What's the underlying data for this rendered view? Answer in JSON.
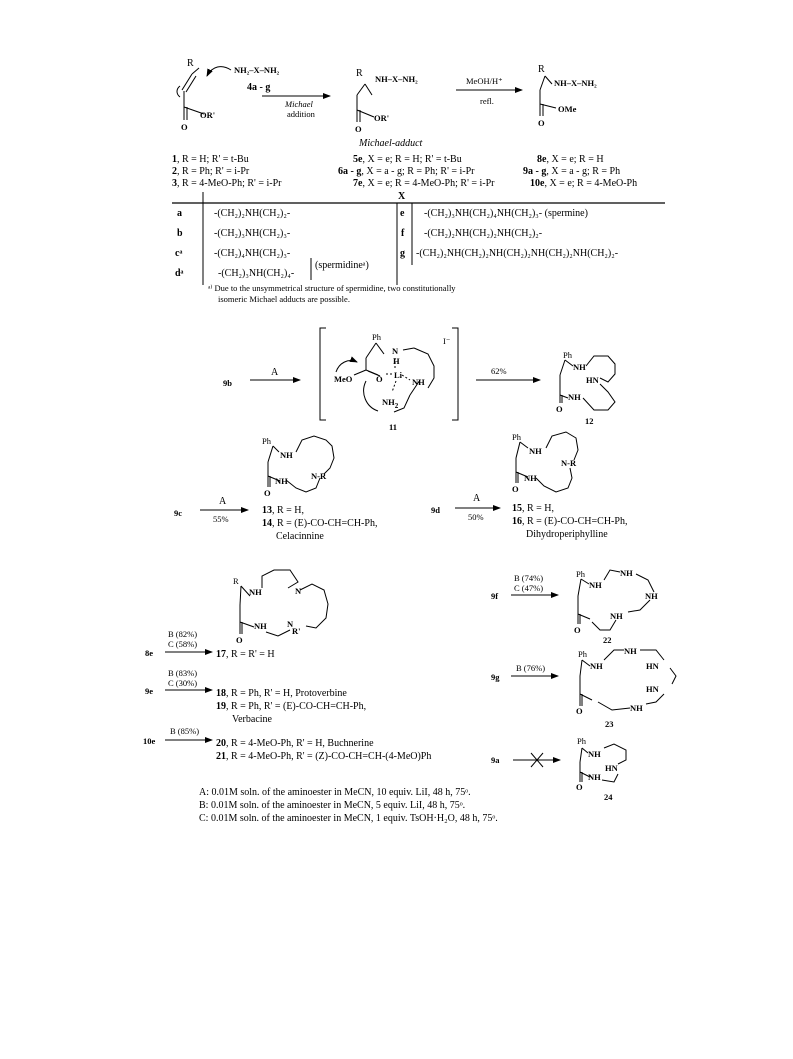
{
  "scheme1": {
    "sm_R": "R",
    "sm_O": "O",
    "sm_OR": "OR'",
    "amine": "NH₂–X–NH₂",
    "amine_id": "4a - g",
    "arrow1_top": "Michael",
    "arrow1_bottom": "addition",
    "adduct_R": "R",
    "adduct_chain": "NH–X–NH₂",
    "adduct_O": "O",
    "adduct_OR": "OR'",
    "adduct_caption": "Michael-adduct",
    "arrow2_top": "MeOH/H⁺",
    "arrow2_bottom": "refl.",
    "ester_R": "R",
    "ester_chain": "NH–X–NH₂",
    "ester_O": "O",
    "ester_OMe": "OMe",
    "col1": [
      {
        "id": "1",
        "text": ", R = H; R' = t-Bu"
      },
      {
        "id": "2",
        "text": ", R = Ph; R' = i-Pr"
      },
      {
        "id": "3",
        "text": ", R = 4-MeO-Ph; R' = i-Pr"
      }
    ],
    "col2": [
      {
        "id": "5e",
        "text": ",    X = e;  R = H; R' = t-Bu"
      },
      {
        "id": "6a - g",
        "text": ", X = a - g; R = Ph; R' = i-Pr"
      },
      {
        "id": "7e",
        "text": ",    X = e; R = 4-MeO-Ph; R' = i-Pr"
      }
    ],
    "col3": [
      {
        "id": "8e",
        "text": ",     X = e; R = H"
      },
      {
        "id": "9a - g",
        "text": ", X = a - g; R = Ph"
      },
      {
        "id": "10e",
        "text": ",    X = e; R = 4-MeO-Ph"
      }
    ]
  },
  "table": {
    "header": "X",
    "rows_left": [
      {
        "key": "a",
        "value": "-(CH₂)₂NH(CH₂)₂-"
      },
      {
        "key": "b",
        "value": "-(CH₂)₃NH(CH₂)₃-"
      },
      {
        "key": "cᵃ",
        "value": "-(CH₂)₄NH(CH₂)₃-"
      },
      {
        "key": "dᵃ",
        "value": "-(CH₂)₃NH(CH₂)₄-"
      }
    ],
    "spermidine": "(spermidineᵃ)",
    "rows_right": [
      {
        "key": "e",
        "value": "-(CH₂)₃NH(CH₂)₄NH(CH₂)₃- (spermine)"
      },
      {
        "key": "f",
        "value": "-(CH₂)₂NH(CH₂)₂NH(CH₂)₂-"
      },
      {
        "key": "g",
        "value": "-(CH₂)₂NH(CH₂)₂NH(CH₂)₂NH(CH₂)₂NH(CH₂)₂-"
      }
    ],
    "footnote_1": "ᵃ⁾ Due to the unsymmetrical structure of spermidine, two constitutionally",
    "footnote_2": "isomeric Michael adducts are possible."
  },
  "scheme2": {
    "sm": "9b",
    "cond": "A",
    "ph": "Ph",
    "n1": "N",
    "h1": "H",
    "iodide": "I⁻",
    "meo": "MeO",
    "o": "O",
    "li": "Li",
    "nh": "NH",
    "nh2": "NH",
    "nh2_sub": "2",
    "intermediate_id": "11",
    "yield": "62%",
    "prod_ph": "Ph",
    "prod_nh1": "NH",
    "prod_hn": "HN",
    "prod_nh2": "NH",
    "prod_o": "O",
    "product_id": "12"
  },
  "scheme3": {
    "left": {
      "sm": "9c",
      "cond": "A",
      "yield": "55%",
      "ph": "Ph",
      "nh1": "NH",
      "nr": "N-R",
      "nh2": "NH",
      "o": "O",
      "lines": [
        {
          "id": "13",
          "text": ", R = H,"
        },
        {
          "id": "14",
          "text": ", R = (E)-CO-CH=CH-Ph,"
        },
        {
          "id": "",
          "text": "Celacinnine"
        }
      ]
    },
    "right": {
      "sm": "9d",
      "cond": "A",
      "yield": "50%",
      "ph": "Ph",
      "nh1": "NH",
      "nr": "N-R",
      "nh2": "NH",
      "o": "O",
      "lines": [
        {
          "id": "15",
          "text": ", R = H,"
        },
        {
          "id": "16",
          "text": ", R = (E)-CO-CH=CH-Ph,"
        },
        {
          "id": "",
          "text": "Dihydroperiphylline"
        }
      ]
    }
  },
  "scheme4": {
    "macro_R": "R",
    "macro_nh1": "NH",
    "macro_n": "N",
    "macro_nh2": "NH",
    "macro_nr": "N",
    "macro_rp": "R'",
    "macro_o": "O",
    "rxn1_sm": "8e",
    "rxn1_c1": "B (82%)",
    "rxn1_c2": "C (58%)",
    "rxn1_line": {
      "id": "17",
      "text": ", R = R' = H"
    },
    "rxn2_sm": "9e",
    "rxn2_c1": "B (83%)",
    "rxn2_c2": "C (30%)",
    "rxn2_lines": [
      {
        "id": "18",
        "text": ", R = Ph, R' = H, Protoverbine"
      },
      {
        "id": "19",
        "text": ", R = Ph, R' = (E)-CO-CH=CH-Ph,"
      },
      {
        "id": "",
        "text": "Verbacine"
      }
    ],
    "rxn3_sm": "10e",
    "rxn3_c1": "B (85%)",
    "rxn3_lines": [
      {
        "id": "20",
        "text": ", R = 4-MeO-Ph, R' = H, Buchnerine"
      },
      {
        "id": "21",
        "text": ", R = 4-MeO-Ph, R' = (Z)-CO-CH=CH-(4-MeO)Ph"
      }
    ],
    "f_sm": "9f",
    "f_c1": "B (74%)",
    "f_c2": "C (47%)",
    "f_ph": "Ph",
    "f_nh1": "NH",
    "f_nh2": "NH",
    "f_nh3": "NH",
    "f_nh4": "NH",
    "f_o": "O",
    "f_id": "22",
    "g_sm": "9g",
    "g_c1": "B (76%)",
    "g_ph": "Ph",
    "g_nh1": "NH",
    "g_nh2": "NH",
    "g_hn1": "HN",
    "g_hn2": "HN",
    "g_nh3": "NH",
    "g_o": "O",
    "g_id": "23",
    "a_sm": "9a",
    "a_ph": "Ph",
    "a_nh1": "NH",
    "a_hn": "HN",
    "a_nh2": "NH",
    "a_o": "O",
    "a_id": "24"
  },
  "conditions": [
    "A: 0.01M soln. of the aminoester in MeCN, 10 equiv. LiI, 48 h, 75ᵒ.",
    "B: 0.01M soln. of the aminoester in MeCN,   5 equiv. LiI, 48 h, 75ᵒ.",
    "C: 0.01M soln. of the aminoester in MeCN,   1 equiv. TsOH·H₂O, 48 h, 75ᵒ."
  ]
}
